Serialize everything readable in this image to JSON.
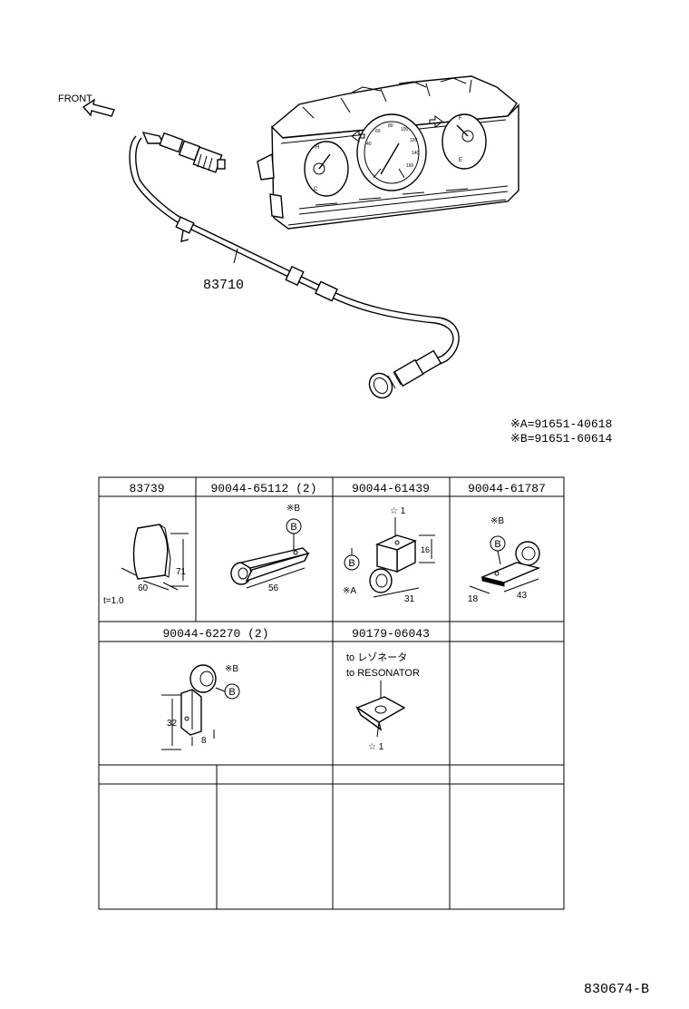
{
  "diagram": {
    "front_label": "FRONT",
    "main_part_number": "83710",
    "notes": [
      "※A=91651-40618",
      "※B=91651-60614"
    ],
    "drawing_number": "830674-B"
  },
  "table": {
    "row1_headers": [
      "83739",
      "90044-65112 (2)",
      "90044-61439",
      "90044-61787"
    ],
    "row2_headers": [
      "90044-62270 (2)",
      "90179-06043",
      ""
    ],
    "cells": {
      "c83739": {
        "dim_w": "60",
        "dim_h": "71",
        "thickness": "t=1.0"
      },
      "c65112": {
        "ref": "※B",
        "circle": "B",
        "dim": "56"
      },
      "c61439": {
        "star": "☆ 1",
        "ref_a": "※A",
        "circle": "B",
        "dim_h": "16",
        "dim_w": "31"
      },
      "c61787": {
        "ref": "※B",
        "circle": "B",
        "dim_a": "18",
        "dim_b": "43"
      },
      "c62270": {
        "ref": "※B",
        "circle": "B",
        "dim_h": "32",
        "dim_w": "8"
      },
      "c06043": {
        "line1": "to レゾネータ",
        "line2": "to RESONATOR",
        "star": "☆ 1"
      }
    }
  }
}
